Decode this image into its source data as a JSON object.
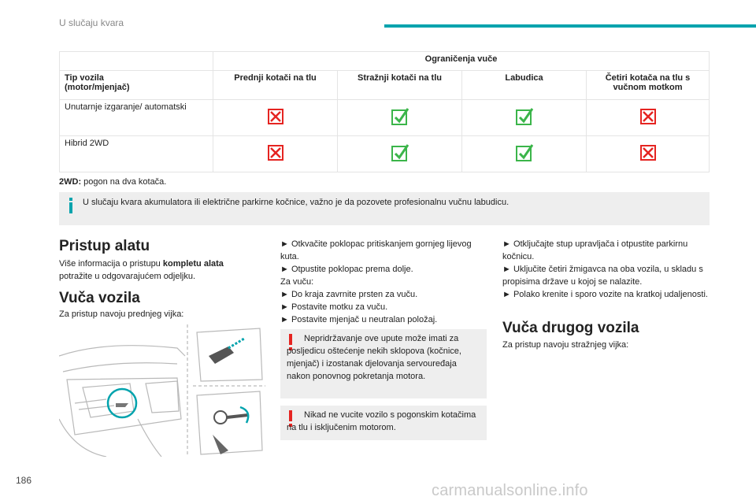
{
  "header": {
    "title": "U slučaju kvara",
    "accent_color": "#00a3ad"
  },
  "page_number": "186",
  "watermark": "carmanualsonline.info",
  "table": {
    "group_header": "Ograničenja vuče",
    "col0_line1": "Tip vozila",
    "col0_line2": "(motor/mjenjač)",
    "columns": [
      "Prednji kotači na tlu",
      "Stražnji kotači na tlu",
      "Labudica",
      "Četiri kotača na tlu s vučnom motkom"
    ],
    "rows": [
      {
        "label": "Unutarnje izgaranje/ automatski",
        "values": [
          "no",
          "yes",
          "yes",
          "no"
        ]
      },
      {
        "label": "Hibrid 2WD",
        "values": [
          "no",
          "yes",
          "yes",
          "no"
        ]
      }
    ],
    "icon_names": {
      "yes": "check-icon",
      "no": "cross-icon"
    },
    "colors": {
      "yes": "#3bb54a",
      "no": "#e52421"
    }
  },
  "note_2wd": {
    "term": "2WD:",
    "text": " pogon na dva kotača."
  },
  "info_box": {
    "text": "U slučaju kvara akumulatora ili električne parkirne kočnice, važno je da pozovete profesionalnu vučnu labudicu.",
    "icon": "info-icon",
    "color": "#00a3ad"
  },
  "pristup": {
    "heading": "Pristup alatu",
    "text_before": "Više informacija o pristupu ",
    "text_bold": "kompletu alata",
    "text_after": " potražite u odgovarajućem odjeljku."
  },
  "vuca": {
    "heading": "Vuča vozila",
    "intro": "Za pristup navoju prednjeg vijka:"
  },
  "col2": {
    "lines": [
      "► Otkvačite poklopac pritiskanjem gornjeg lijevog kuta.",
      "► Otpustite poklopac prema dolje.",
      "Za vuču:",
      "► Do kraja zavrnite prsten za vuču.",
      "► Postavite motku za vuču.",
      "► Postavite mjenjač u neutralan položaj."
    ],
    "warning1": "Nepridržavanje ove upute može imati za posljedicu oštećenje nekih sklopova (kočnice, mjenjač) i izostanak djelovanja servouređaja nakon ponovnog pokretanja motora.",
    "warning2": "Nikad ne vucite vozilo s pogonskim kotačima na tlu i isključenim motorom.",
    "warning_color": "#e52421"
  },
  "col3": {
    "lines": [
      "► Otključajte stup upravljača i otpustite parkirnu kočnicu.",
      "► Uključite četiri žmigavca na oba vozila, u skladu s propisima države u kojoj se nalazite.",
      "► Polako krenite i sporo vozite na kratkoj udaljenosti."
    ],
    "heading": "Vuča drugog vozila",
    "intro": "Za pristup navoju stražnjeg vijka:"
  }
}
